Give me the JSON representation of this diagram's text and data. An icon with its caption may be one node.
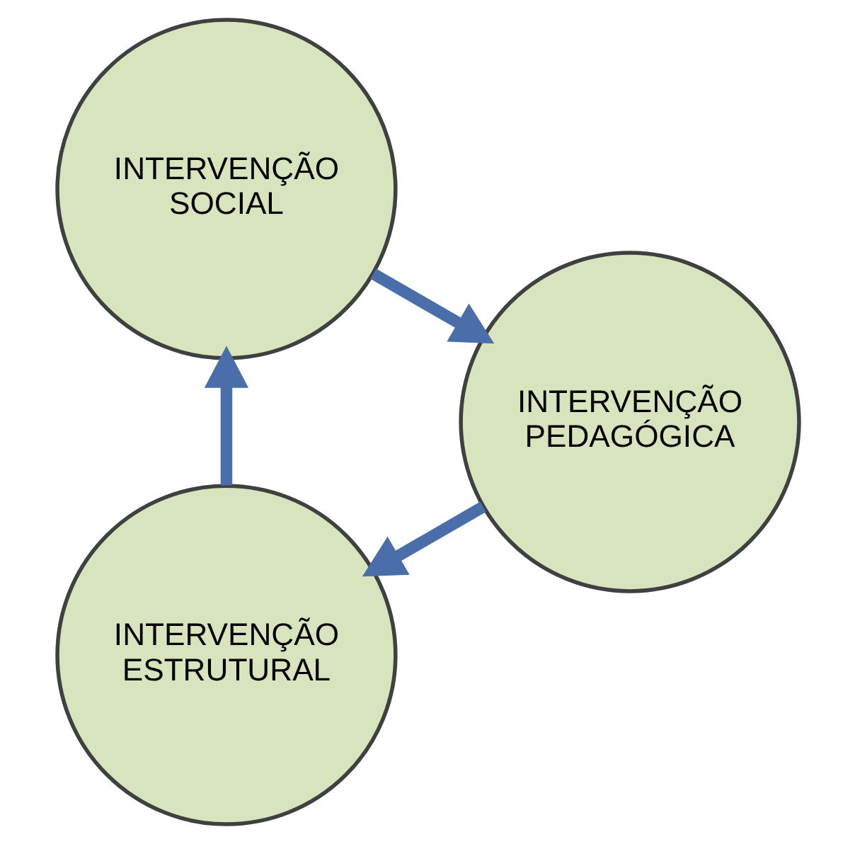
{
  "diagram": {
    "nodes": [
      {
        "text": [
          "INTERVENÇÃO ESTRUTURAL"
        ]
      },
      {
        "text": [
          "INTERVENÇÃO SOCIAL"
        ]
      },
      {
        "text": [
          "INTERVENÇÃO PEDAGÓGICA"
        ]
      }
    ],
    "edges": [
      {
        "from": 0,
        "to": 1,
        "arrow": "to"
      },
      {
        "from": 1,
        "to": 2,
        "arrow": "to"
      },
      {
        "from": 2,
        "to": 0,
        "arrow": "to"
      }
    ]
  }
}
